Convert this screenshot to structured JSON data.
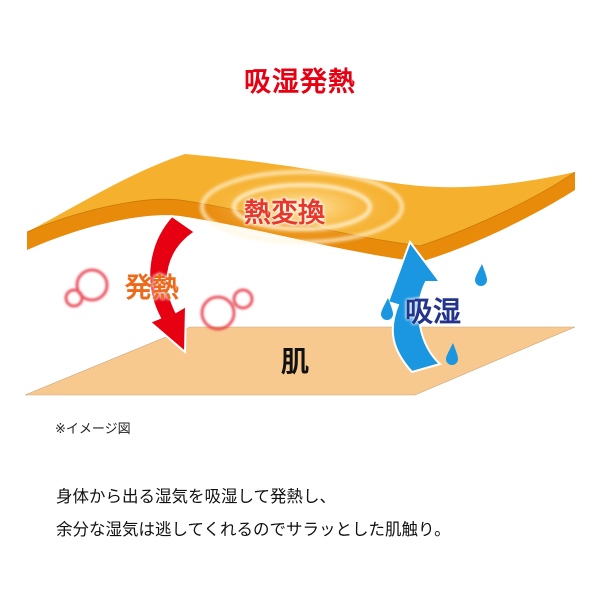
{
  "title": "吸湿発熱",
  "diagram": {
    "labels": {
      "heat_conversion": "熱変換",
      "heat_generation": "発熱",
      "moisture_absorption": "吸湿",
      "skin": "肌"
    },
    "colors": {
      "title": "#e60012",
      "fabric_top": "#f5b02e",
      "fabric_edge": "#e88a0a",
      "skin": "#f7c98f",
      "heat_arrow": "#e60012",
      "moisture_arrow": "#1b96e0",
      "drops": "#1b96e0",
      "bubbles": "#e63a4a",
      "absorb_text": "#23348c",
      "heat_text": "#ee6a1b"
    }
  },
  "note": "※イメージ図",
  "description": {
    "line1": "身体から出る湿気を吸湿して発熱し、",
    "line2": "余分な湿気は逃してくれるのでサラッとした肌触り。"
  }
}
